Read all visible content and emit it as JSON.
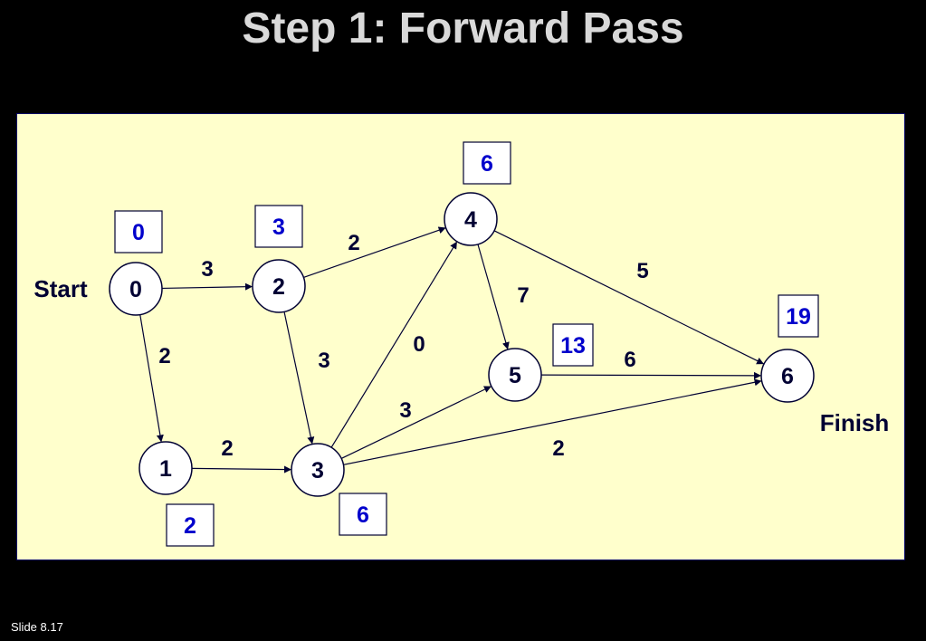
{
  "title": "Step 1: Forward Pass",
  "footer": "Slide 8.17",
  "labels": {
    "start": "Start",
    "finish": "Finish"
  },
  "nodes": [
    {
      "id": "0",
      "earliest": "0"
    },
    {
      "id": "1",
      "earliest": "2"
    },
    {
      "id": "2",
      "earliest": "3"
    },
    {
      "id": "3",
      "earliest": "6"
    },
    {
      "id": "4",
      "earliest": "6"
    },
    {
      "id": "5",
      "earliest": "13"
    },
    {
      "id": "6",
      "earliest": "19"
    }
  ],
  "edges": [
    {
      "from": "0",
      "to": "2",
      "duration": "3"
    },
    {
      "from": "0",
      "to": "1",
      "duration": "2"
    },
    {
      "from": "1",
      "to": "3",
      "duration": "2"
    },
    {
      "from": "2",
      "to": "4",
      "duration": "2"
    },
    {
      "from": "2",
      "to": "3",
      "duration": "3"
    },
    {
      "from": "3",
      "to": "4",
      "duration": "0"
    },
    {
      "from": "3",
      "to": "5",
      "duration": "3"
    },
    {
      "from": "3",
      "to": "6",
      "duration": "2"
    },
    {
      "from": "4",
      "to": "5",
      "duration": "7"
    },
    {
      "from": "4",
      "to": "6",
      "duration": "5"
    },
    {
      "from": "5",
      "to": "6",
      "duration": "6"
    }
  ],
  "colors": {
    "background": "#000000",
    "panel": "#ffffcc",
    "earliest_time": "#0000cc",
    "node_text": "#000033"
  }
}
